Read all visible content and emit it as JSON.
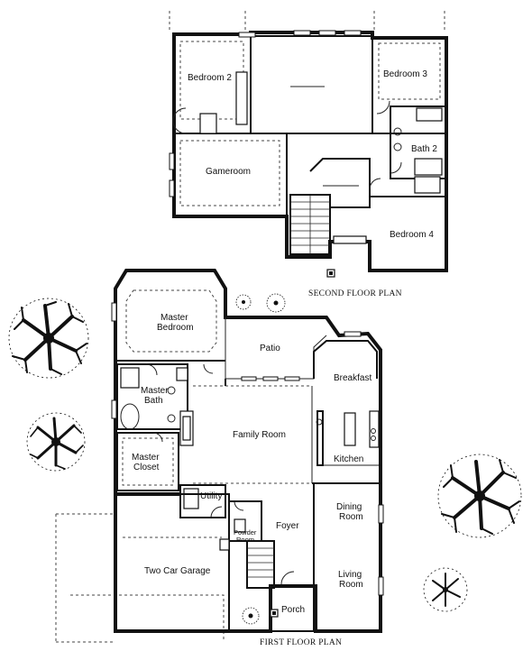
{
  "second_floor": {
    "title": "SECOND FLOOR PLAN",
    "rooms": {
      "bedroom2": "Bedroom 2",
      "bedroom3": "Bedroom 3",
      "bath2": "Bath 2",
      "gameroom": "Gameroom",
      "bedroom4": "Bedroom 4"
    }
  },
  "first_floor": {
    "title": "FIRST FLOOR PLAN",
    "rooms": {
      "master_bedroom_1": "Master",
      "master_bedroom_2": "Bedroom",
      "patio": "Patio",
      "breakfast": "Breakfast",
      "master_bath_1": "Master",
      "master_bath_2": "Bath",
      "family_room": "Family Room",
      "master_closet_1": "Master",
      "master_closet_2": "Closet",
      "kitchen": "Kitchen",
      "utility": "Utility",
      "dining_1": "Dining",
      "dining_2": "Room",
      "foyer": "Foyer",
      "powder_1": "Powder",
      "powder_2": "Room",
      "garage": "Two Car Garage",
      "living_1": "Living",
      "living_2": "Room",
      "porch": "Porch"
    }
  }
}
